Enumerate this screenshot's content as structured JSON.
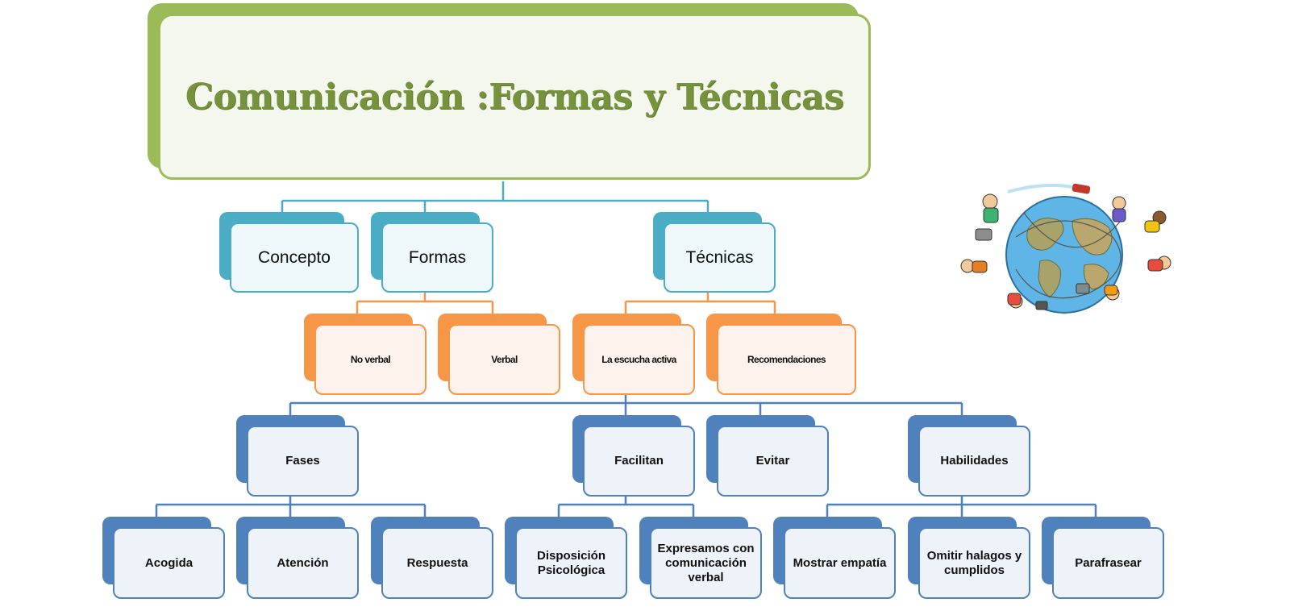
{
  "title": "Comunicación :Formas y Técnicas",
  "colors": {
    "green": "#9bbb59",
    "title_text": "#76923c",
    "teal": "#4bacc6",
    "orange": "#f79646",
    "blue": "#4f81bd"
  },
  "level1": {
    "concepto": "Concepto",
    "formas": "Formas",
    "tecnicas": "Técnicas"
  },
  "level2": {
    "no_verbal": "No verbal",
    "verbal": "Verbal",
    "escucha_activa": "La escucha  activa",
    "recomendaciones": "Recomendaciones"
  },
  "level3": {
    "fases": "Fases",
    "facilitan": "Facilitan",
    "evitar": "Evitar",
    "habilidades": "Habilidades"
  },
  "level4": {
    "acogida": "Acogida",
    "atencion": "Atención",
    "respuesta": "Respuesta",
    "disposicion": "Disposición Psicológica",
    "expresamos": "Expresamos  con comunicación verbal",
    "empatia": "Mostrar empatía",
    "halagos": "Omitir halagos y cumplidos",
    "parafrasear": "Parafrasear"
  },
  "illustration": "globe-with-children-icon"
}
